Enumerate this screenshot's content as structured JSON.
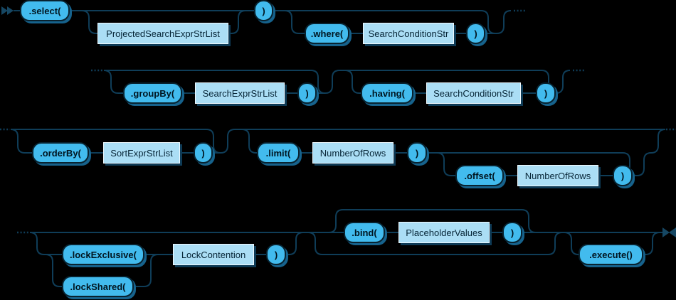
{
  "diagram": {
    "kind": "railroad-syntax-diagram",
    "start_terminator": "double-arrow-right",
    "end_terminator": "facing-arrows",
    "continuation_marker": "..."
  },
  "colors": {
    "background": "#000000",
    "line": "#0f3d58",
    "terminator": "#164763",
    "keyword_fill": "#42bbee",
    "keyword_border": "#08222f",
    "keyword_text": "#001520",
    "keyword_shadow": "#16628c",
    "param_fill": "#abdef5",
    "param_border": "#eff9fe",
    "param_text": "#062536",
    "param_shadow": "#0e3a55"
  },
  "nodes": {
    "select": {
      "label": ".select("
    },
    "select_arg": {
      "label": "ProjectedSearchExprStrList"
    },
    "select_close": {
      "label": ")"
    },
    "where": {
      "label": ".where("
    },
    "where_arg": {
      "label": "SearchConditionStr"
    },
    "where_close": {
      "label": ")"
    },
    "group_by": {
      "label": ".groupBy("
    },
    "group_by_arg": {
      "label": "SearchExprStrList"
    },
    "group_by_close": {
      "label": ")"
    },
    "having": {
      "label": ".having("
    },
    "having_arg": {
      "label": "SearchConditionStr"
    },
    "having_close": {
      "label": ")"
    },
    "order_by": {
      "label": ".orderBy("
    },
    "order_by_arg": {
      "label": "SortExprStrList"
    },
    "order_by_close": {
      "label": ")"
    },
    "limit": {
      "label": ".limit("
    },
    "limit_arg": {
      "label": "NumberOfRows"
    },
    "limit_close": {
      "label": ")"
    },
    "offset": {
      "label": ".offset("
    },
    "offset_arg": {
      "label": "NumberOfRows"
    },
    "offset_close": {
      "label": ")"
    },
    "lock_exclusive": {
      "label": ".lockExclusive("
    },
    "lock_shared": {
      "label": ".lockShared("
    },
    "lock_arg": {
      "label": "LockContention"
    },
    "lock_close": {
      "label": ")"
    },
    "bind": {
      "label": ".bind("
    },
    "bind_arg": {
      "label": "PlaceholderValues"
    },
    "bind_close": {
      "label": ")"
    },
    "execute": {
      "label": ".execute()"
    }
  }
}
